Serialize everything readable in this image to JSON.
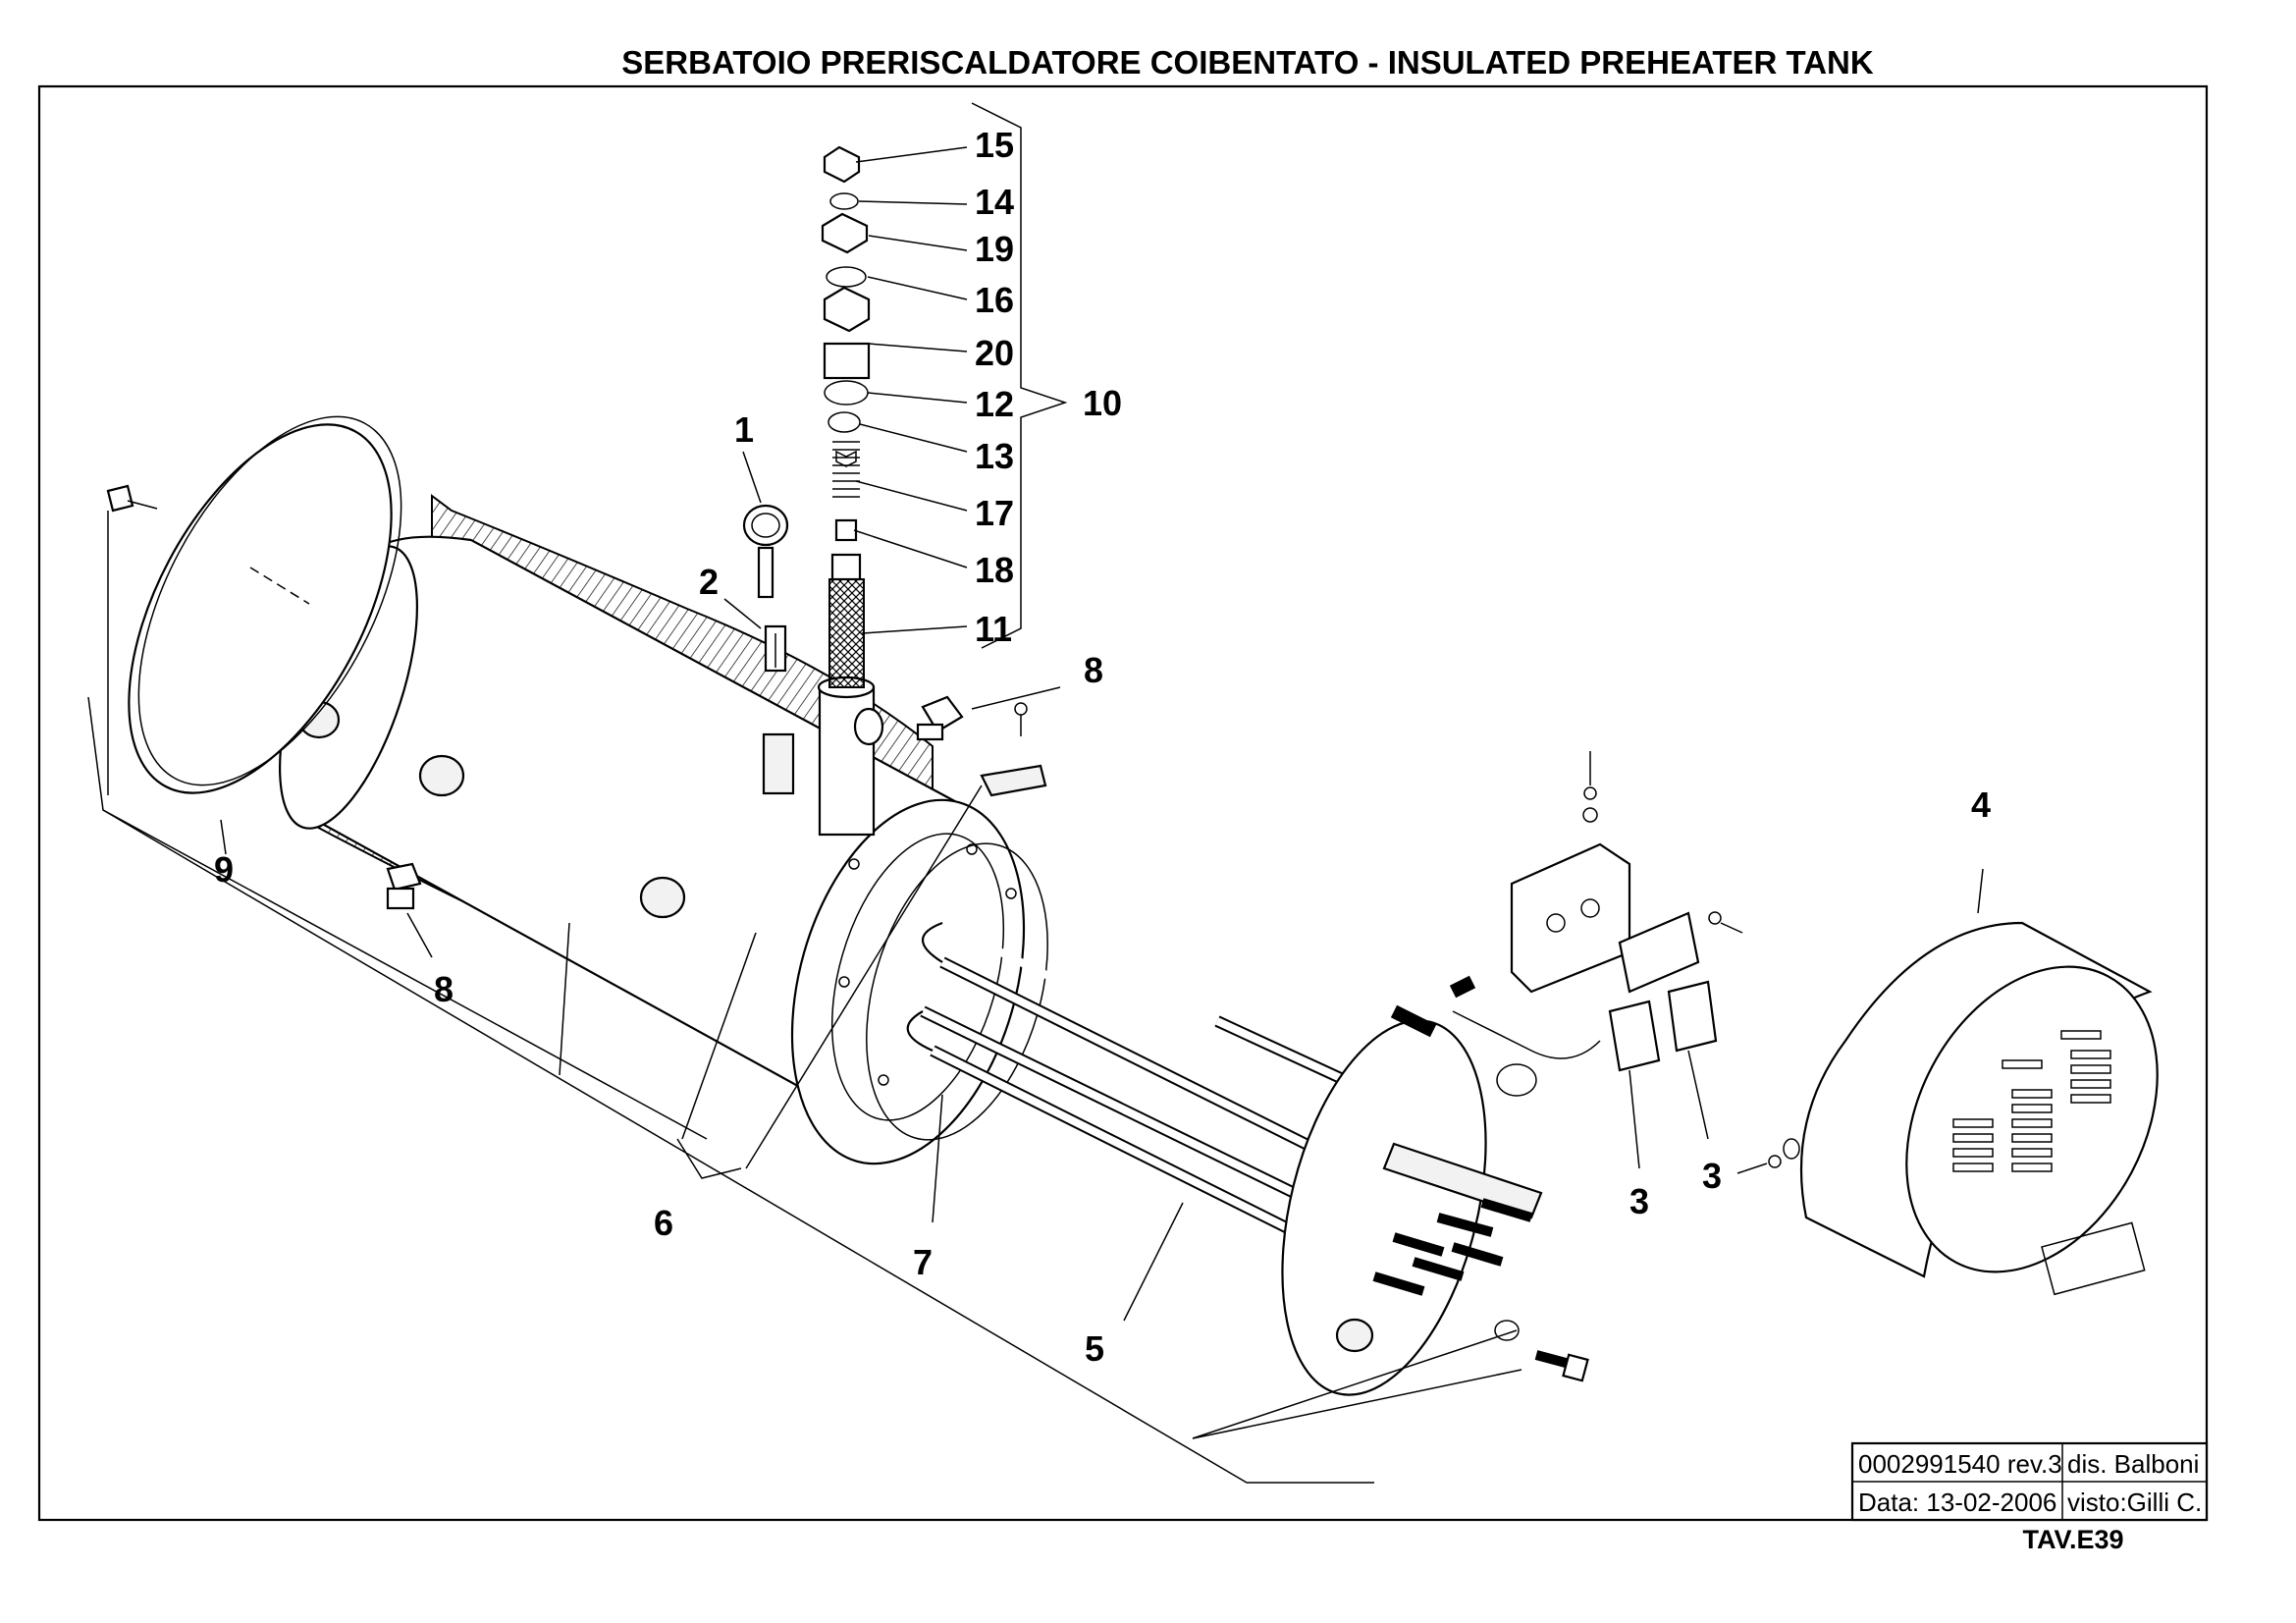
{
  "title": "SERBATOIO PRERISCALDATORE COIBENTATO - INSULATED PREHEATER TANK",
  "callouts": {
    "c1": "1",
    "c2": "2",
    "c3a": "3",
    "c3b": "3",
    "c4": "4",
    "c5": "5",
    "c6": "6",
    "c7": "7",
    "c8a": "8",
    "c8b": "8",
    "c9": "9",
    "c10": "10",
    "c11": "11",
    "c12": "12",
    "c13": "13",
    "c14": "14",
    "c15": "15",
    "c16": "16",
    "c17": "17",
    "c18": "18",
    "c19": "19",
    "c20": "20"
  },
  "title_block": {
    "code": "0002991540 rev.3",
    "drawn_by": "dis. Balboni",
    "date": "Data: 13-02-2006",
    "checked_by": "visto:Gilli C.",
    "table_id": "TAV.E39"
  }
}
